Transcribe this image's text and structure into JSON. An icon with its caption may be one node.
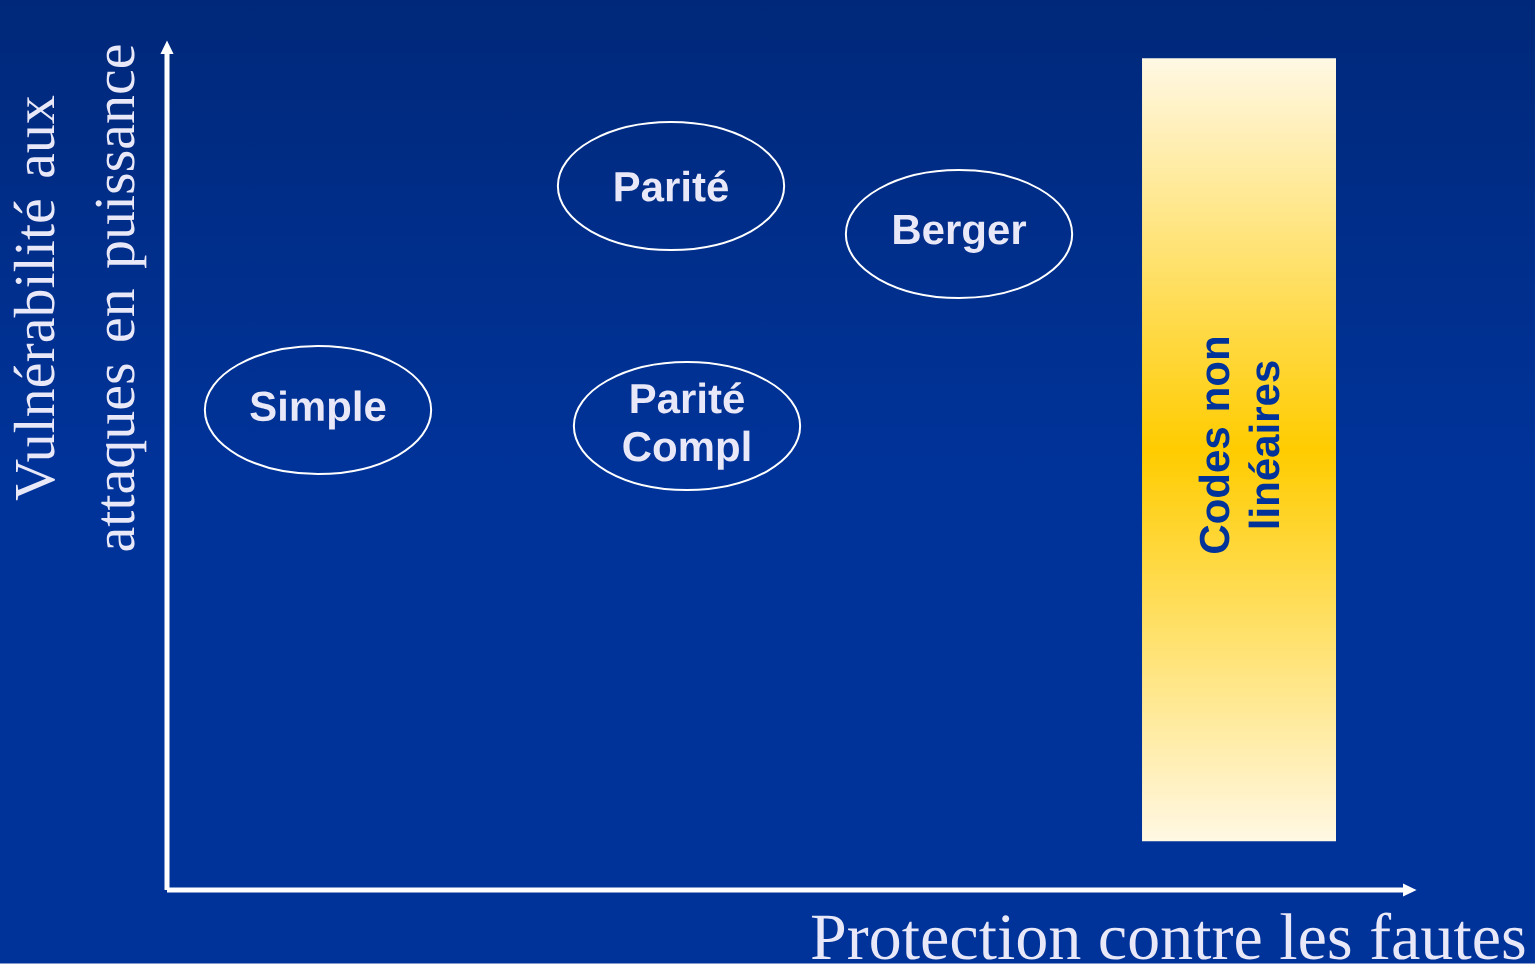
{
  "diagram": {
    "nodes": [
      {
        "text": [
          "Parité"
        ]
      },
      {
        "text": [
          "Berger"
        ]
      },
      {
        "text": [
          "Codes non linéaires"
        ]
      },
      {
        "text": [
          "Simple"
        ]
      },
      {
        "text": [
          "Parité Compl"
        ]
      }
    ],
    "labels": [
      "Vulnérabilité aux attaques en puissance",
      "Protection contre les fautes"
    ]
  }
}
